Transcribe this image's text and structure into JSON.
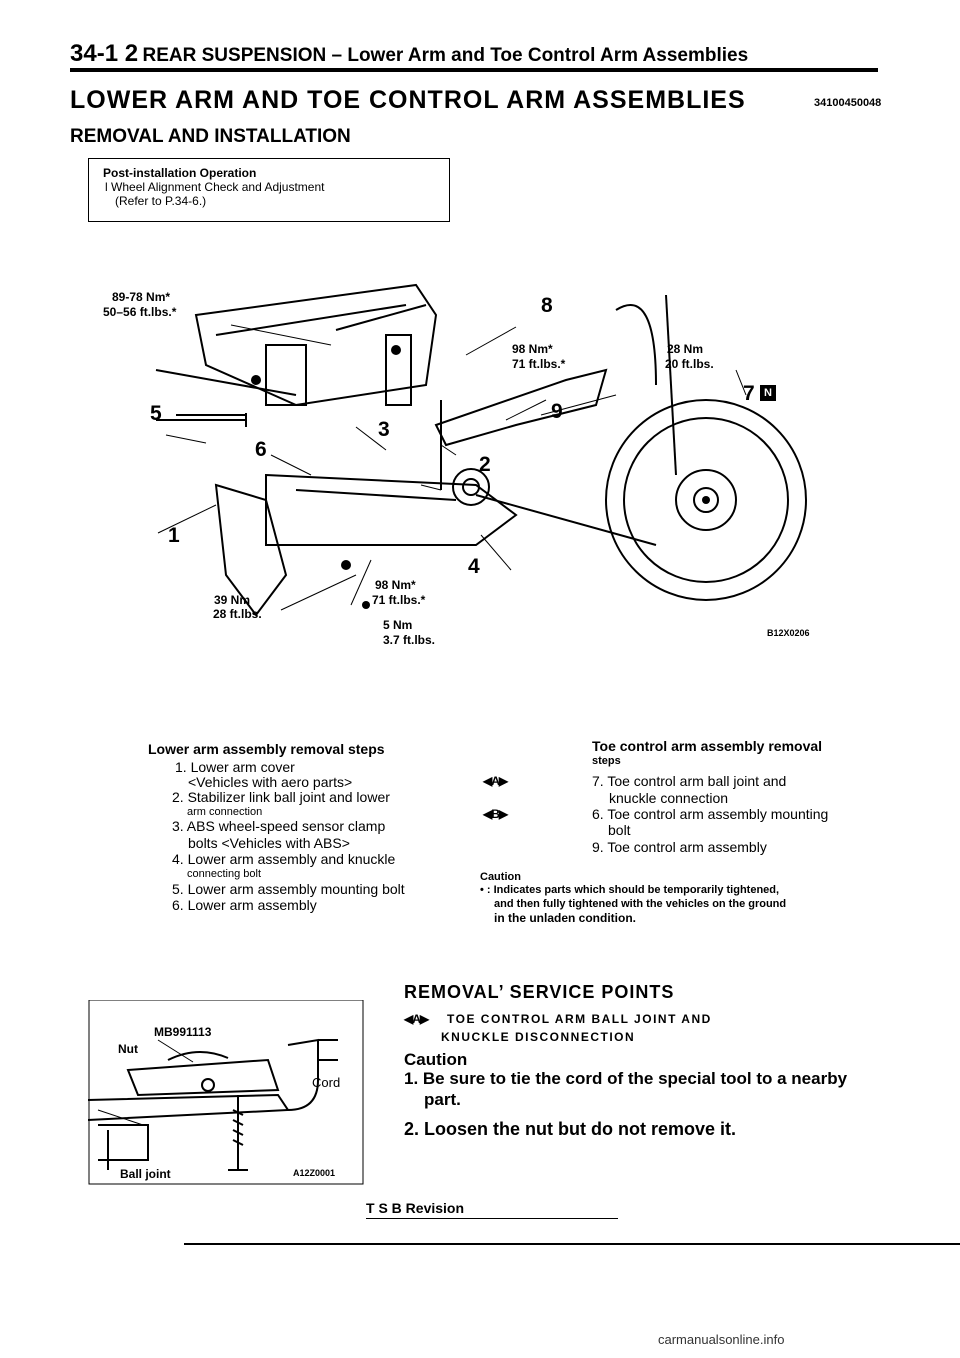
{
  "header": {
    "section_number": "34-1 2",
    "title": "REAR SUSPENSION – Lower Arm and Toe Control Arm Assemblies"
  },
  "document": {
    "title": "LOWER ARM AND TOE CONTROL ARM ASSEMBLIES",
    "code": "34100450048",
    "section": "REMOVAL AND INSTALLATION"
  },
  "post_install": {
    "title": "Post-installation Operation",
    "bullet": "l",
    "item": "Wheel Alignment Check and Adjustment",
    "ref": "(Refer to P.34-6.)"
  },
  "diagram1": {
    "torques": {
      "t1_nm": "89-78 Nm*",
      "t1_ft": "50–56 ft.lbs.*",
      "t2_nm": "98 Nm*",
      "t2_ft": "71 ft.lbs.*",
      "t3_nm": "28 Nm",
      "t3_ft": "20 ft.lbs.",
      "t4_nm": "98 Nm*",
      "t4_ft": "71 ft.lbs.*",
      "t5_nm": "39 Nm",
      "t5_ft": "28 ft.lbs.",
      "t6_nm": "5 Nm",
      "t6_ft": "3.7 ft.lbs."
    },
    "callouts": [
      "1",
      "2",
      "3",
      "4",
      "5",
      "6",
      "7",
      "8",
      "9"
    ],
    "new_mark": "N",
    "fig_code": "B12X0206"
  },
  "lower_arm": {
    "title": "Lower arm assembly removal steps",
    "s1": "1. Lower arm cover",
    "s1_note": "<Vehicles with aero parts>",
    "s2a": "2. Stabilizer link ball joint and lower",
    "s2b": "arm connection",
    "s3a": "3. ABS wheel-speed sensor clamp",
    "s3b": "bolts <Vehicles with ABS>",
    "s4a": "4. Lower arm assembly and knuckle",
    "s4b": "connecting bolt",
    "s5": "5. Lower arm assembly mounting bolt",
    "s6": "6. Lower arm assembly"
  },
  "toe_arm": {
    "title_a": "Toe control arm assembly removal",
    "title_b": "steps",
    "mark_a": "◀A▶",
    "mark_b": "◀B▶",
    "s7a": "7. Toe control arm ball joint and",
    "s7b": "knuckle connection",
    "s6a": "6. Toe control arm assembly mounting",
    "s6b": "bolt",
    "s9": "9. Toe control arm assembly"
  },
  "caution1": {
    "label": "Caution",
    "l1": "• : Indicates parts which should be temporarily tightened,",
    "l2": "and then fully tightened with the vehicles on the ground",
    "l3": "in the unladen condition."
  },
  "diagram2": {
    "tool": "MB991113",
    "nut": "Nut",
    "cord": "Cord",
    "ball_joint": "Ball joint",
    "fig_code": "A12Z0001"
  },
  "service": {
    "title": "REMOVAL’ SERVICE POINTS",
    "mark": "◀A▶",
    "sub_a": "TOE CONTROL ARM BALL JOINT AND",
    "sub_b": "KNUCKLE DISCONNECTION",
    "caution": "Caution",
    "p1a": "1.  Be sure to tie the cord of the special tool to a nearby",
    "p1b": "part.",
    "p2": "2. Loosen the nut but do not remove it."
  },
  "footer": {
    "tsb": "T S B Revision",
    "site": "carmanualsonline.info"
  }
}
